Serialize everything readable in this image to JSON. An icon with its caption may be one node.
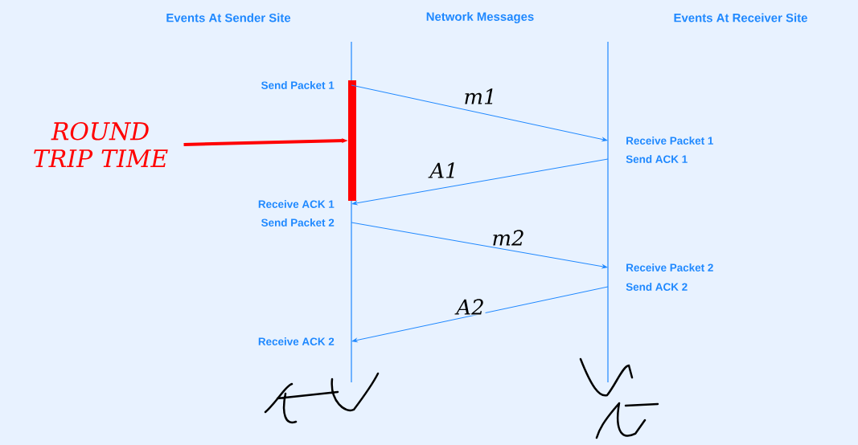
{
  "diagram": {
    "nodes": [
      {
        "text": [
          "Send Packet 1"
        ]
      },
      {
        "text": [
          "Receive Packet 1"
        ]
      },
      {
        "text": [
          "Send ACK 1"
        ]
      },
      {
        "text": [
          "Receive ACK 1"
        ]
      },
      {
        "text": [
          "Send Packet 2"
        ]
      },
      {
        "text": [
          "Receive Packet 2"
        ]
      },
      {
        "text": [
          "Send ACK 2"
        ]
      },
      {
        "text": [
          "Receive ACK 2"
        ]
      },
      {
        "text": [
          "ROUND TRIP TIME"
        ]
      },
      {
        "text": [],
        "shape": "bar"
      }
    ],
    "edges": [
      {
        "from": 0,
        "to": 1,
        "arrow": "to",
        "label": "m1"
      },
      {
        "from": 2,
        "to": 3,
        "arrow": "to",
        "label": "A1"
      },
      {
        "from": 4,
        "to": 5,
        "arrow": "to",
        "label": "m2"
      },
      {
        "from": 6,
        "to": 7,
        "arrow": "to",
        "label": "A2"
      },
      {
        "from": 8,
        "to": 9,
        "arrow": "to",
        "style": "thick",
        "color": "#ff0000"
      }
    ],
    "labels": [
      "Events At Sender Site",
      "Network Messages",
      "Events At Receiver Site"
    ]
  }
}
